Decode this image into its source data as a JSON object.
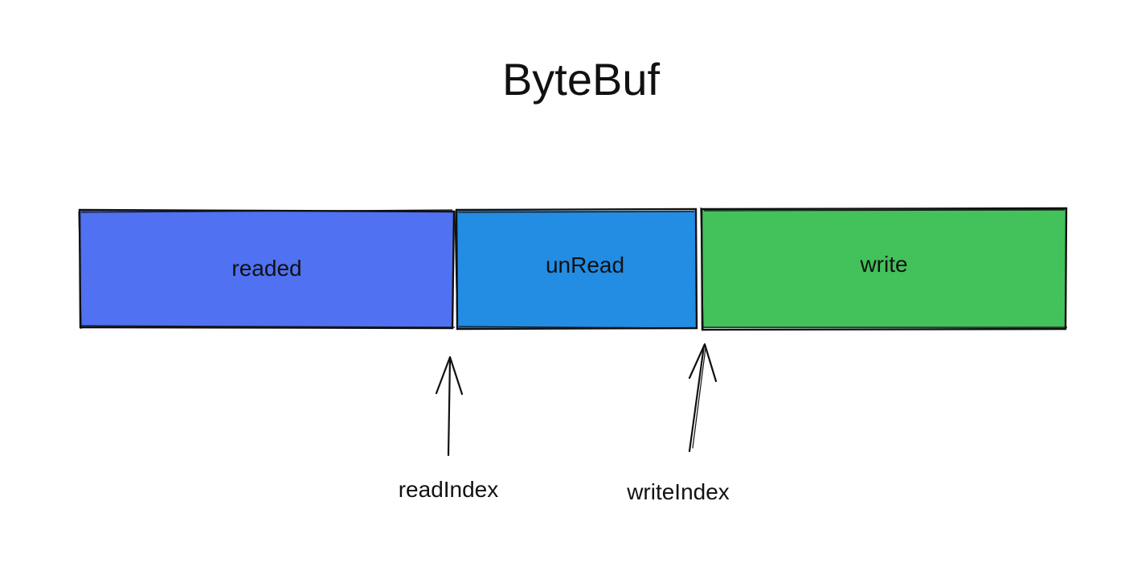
{
  "diagram": {
    "title": "ByteBuf",
    "segments": [
      {
        "id": "readed",
        "label": "readed",
        "color": "#4f71f2"
      },
      {
        "id": "unread",
        "label": "unRead",
        "color": "#238ce3"
      },
      {
        "id": "write",
        "label": "write",
        "color": "#43c15a"
      }
    ],
    "indices": [
      {
        "id": "read-index",
        "label": "readIndex"
      },
      {
        "id": "write-index",
        "label": "writeIndex"
      }
    ]
  }
}
